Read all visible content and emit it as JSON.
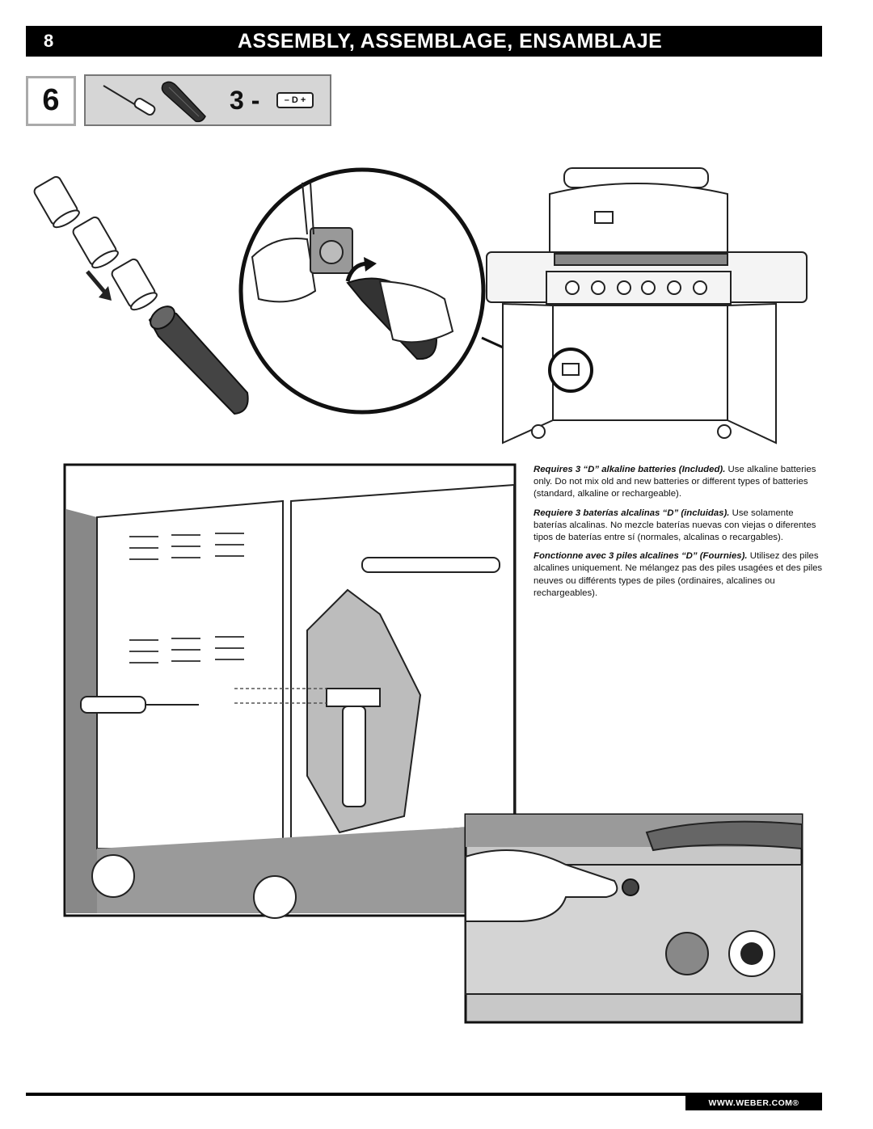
{
  "header": {
    "page_number": "8",
    "title": "ASSEMBLY, ASSEMBLAGE, ENSAMBLAJE"
  },
  "step": {
    "number": "6",
    "battery_quantity": "3 -",
    "battery_label": "– D +"
  },
  "instructions": {
    "en": {
      "bold": "Requires 3 “D” alkaline batteries (Included).",
      "text": " Use alkaline batteries only. Do not mix old and new batteries or different types of batteries (standard, alkaline or rechargeable)."
    },
    "es": {
      "bold": "Requiere 3 baterías alcalinas “D” (incluidas).",
      "text": " Use solamente baterías alcalinas. No mezcle baterías nuevas con viejas o diferentes tipos de baterías entre sí (normales, alcalinas o recargables)."
    },
    "fr": {
      "bold": "Fonctionne avec 3 piles alcalines “D” (Fournies).",
      "text": " Utilisez des piles alcalines uniquement. Ne mélangez pas des piles usagées et des piles neuves ou différents types de piles (ordinaires, alcalines ou rechargeables)."
    }
  },
  "footer": {
    "url": "WWW.WEBER.COM®"
  },
  "icons": [
    "screwdriver-icon",
    "igniter-cap-icon",
    "d-battery-icon"
  ]
}
